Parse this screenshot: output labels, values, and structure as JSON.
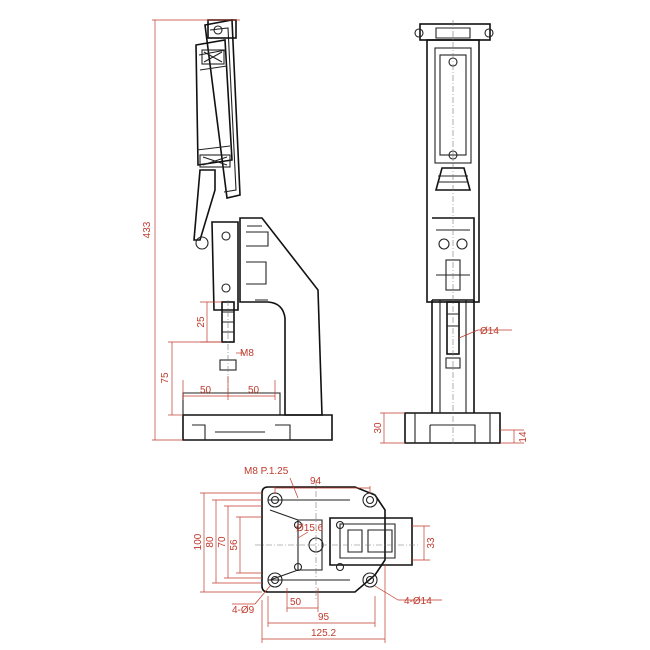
{
  "colors": {
    "line": "#222222",
    "dimension": "#c0392b",
    "background": "#ffffff"
  },
  "side_view": {
    "overall_height": "433",
    "stroke": "25",
    "thread": "M8",
    "throat_depth": "75",
    "throat_left": "50",
    "throat_right": "50"
  },
  "front_view": {
    "spindle_diameter": "Ø14",
    "base_height": "30",
    "base_plate": "14"
  },
  "plan_view": {
    "thread_note": "M8 P.1.25",
    "hole_spacing_x": "94",
    "center_bore": "Ø15.6",
    "height_outer": "100",
    "height_80": "80",
    "height_70": "70",
    "height_56": "56",
    "slot_height": "33",
    "inner_width": "50",
    "hole_spacing_bottom": "95",
    "overall_width": "125.2",
    "small_holes": "4-Ø9",
    "large_holes": "4-Ø14"
  }
}
